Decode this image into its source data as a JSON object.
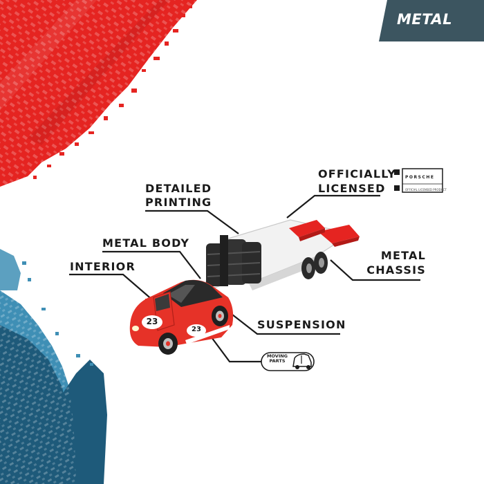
{
  "badge": {
    "label": "METAL"
  },
  "callouts": {
    "officially_licensed": [
      "OFFICIALLY",
      "LICENSED"
    ],
    "detailed_printing": [
      "DETAILED",
      "PRINTING"
    ],
    "metal_body": "METAL BODY",
    "interior": "INTERIOR",
    "metal_chassis": [
      "METAL",
      "CHASSIS"
    ],
    "suspension": "SUSPENSION",
    "moving_parts": [
      "MOVING",
      "PARTS"
    ]
  },
  "license_tag": {
    "brand": "PORSCHE",
    "subtitle": "OFFICIAL LICENSED PRODUCT"
  },
  "car": {
    "number": "23"
  },
  "colors": {
    "red": "#e52421",
    "blue_dark": "#1e5a7a",
    "blue_light": "#3f8fb5",
    "badge": "#3c5560",
    "text": "#1a1a1a",
    "car_red": "#e63228",
    "trailer_white": "#f2f2f2",
    "tire_black": "#2a2a2a"
  },
  "icons": [
    "moving-parts-icon",
    "car-door-icon"
  ]
}
